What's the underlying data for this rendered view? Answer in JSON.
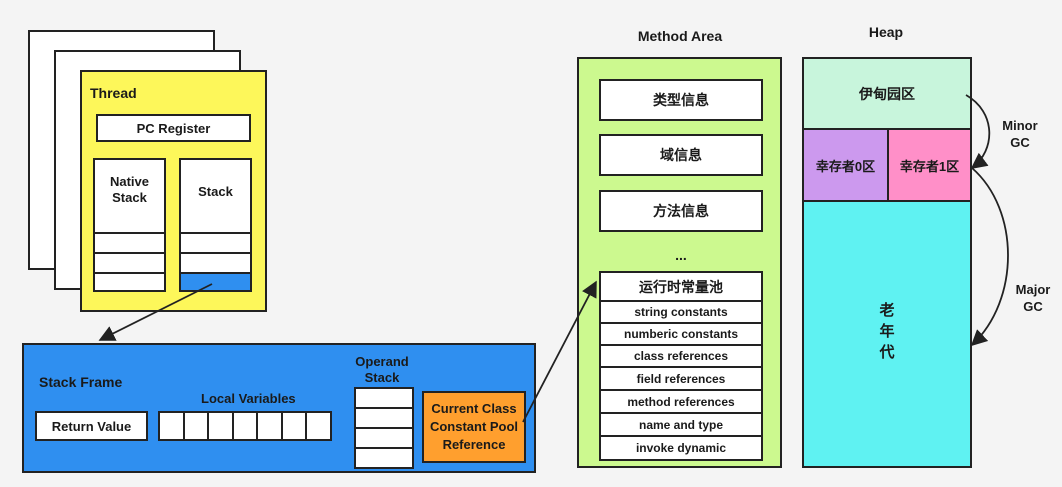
{
  "thread": {
    "title": "Thread",
    "pc_register": "PC Register",
    "native_stack": "Native Stack",
    "stack": "Stack"
  },
  "stack_frame": {
    "title": "Stack Frame",
    "return_value": "Return Value",
    "local_variables": "Local Variables",
    "operand_stack": "Operand Stack",
    "constant_pool_ref": "Current Class Constant Pool Reference"
  },
  "method_area": {
    "title": "Method Area",
    "items": [
      "类型信息",
      "域信息",
      "方法信息"
    ],
    "ellipsis": "...",
    "pool_title": "运行时常量池",
    "pool_items": [
      "string constants",
      "numberic constants",
      "class references",
      "field references",
      "method references",
      "name and type",
      "invoke dynamic"
    ]
  },
  "heap": {
    "title": "Heap",
    "eden": "伊甸园区",
    "survivor0": "幸存者0区",
    "survivor1": "幸存者1区",
    "old_gen_chars": [
      "老",
      "年",
      "代"
    ],
    "minor_gc": "Minor GC",
    "major_gc": "Major GC"
  },
  "colors": {
    "thread_bg": "#fdf75a",
    "stack_frame_bg": "#2f8ff0",
    "constant_pool_ref_bg": "#ff9f2e",
    "method_area_bg": "#ccf98f",
    "eden_bg": "#c8f5dc",
    "survivor0_bg": "#cc99ee",
    "survivor1_bg": "#ff8fc8",
    "old_gen_bg": "#5ff2f2"
  }
}
